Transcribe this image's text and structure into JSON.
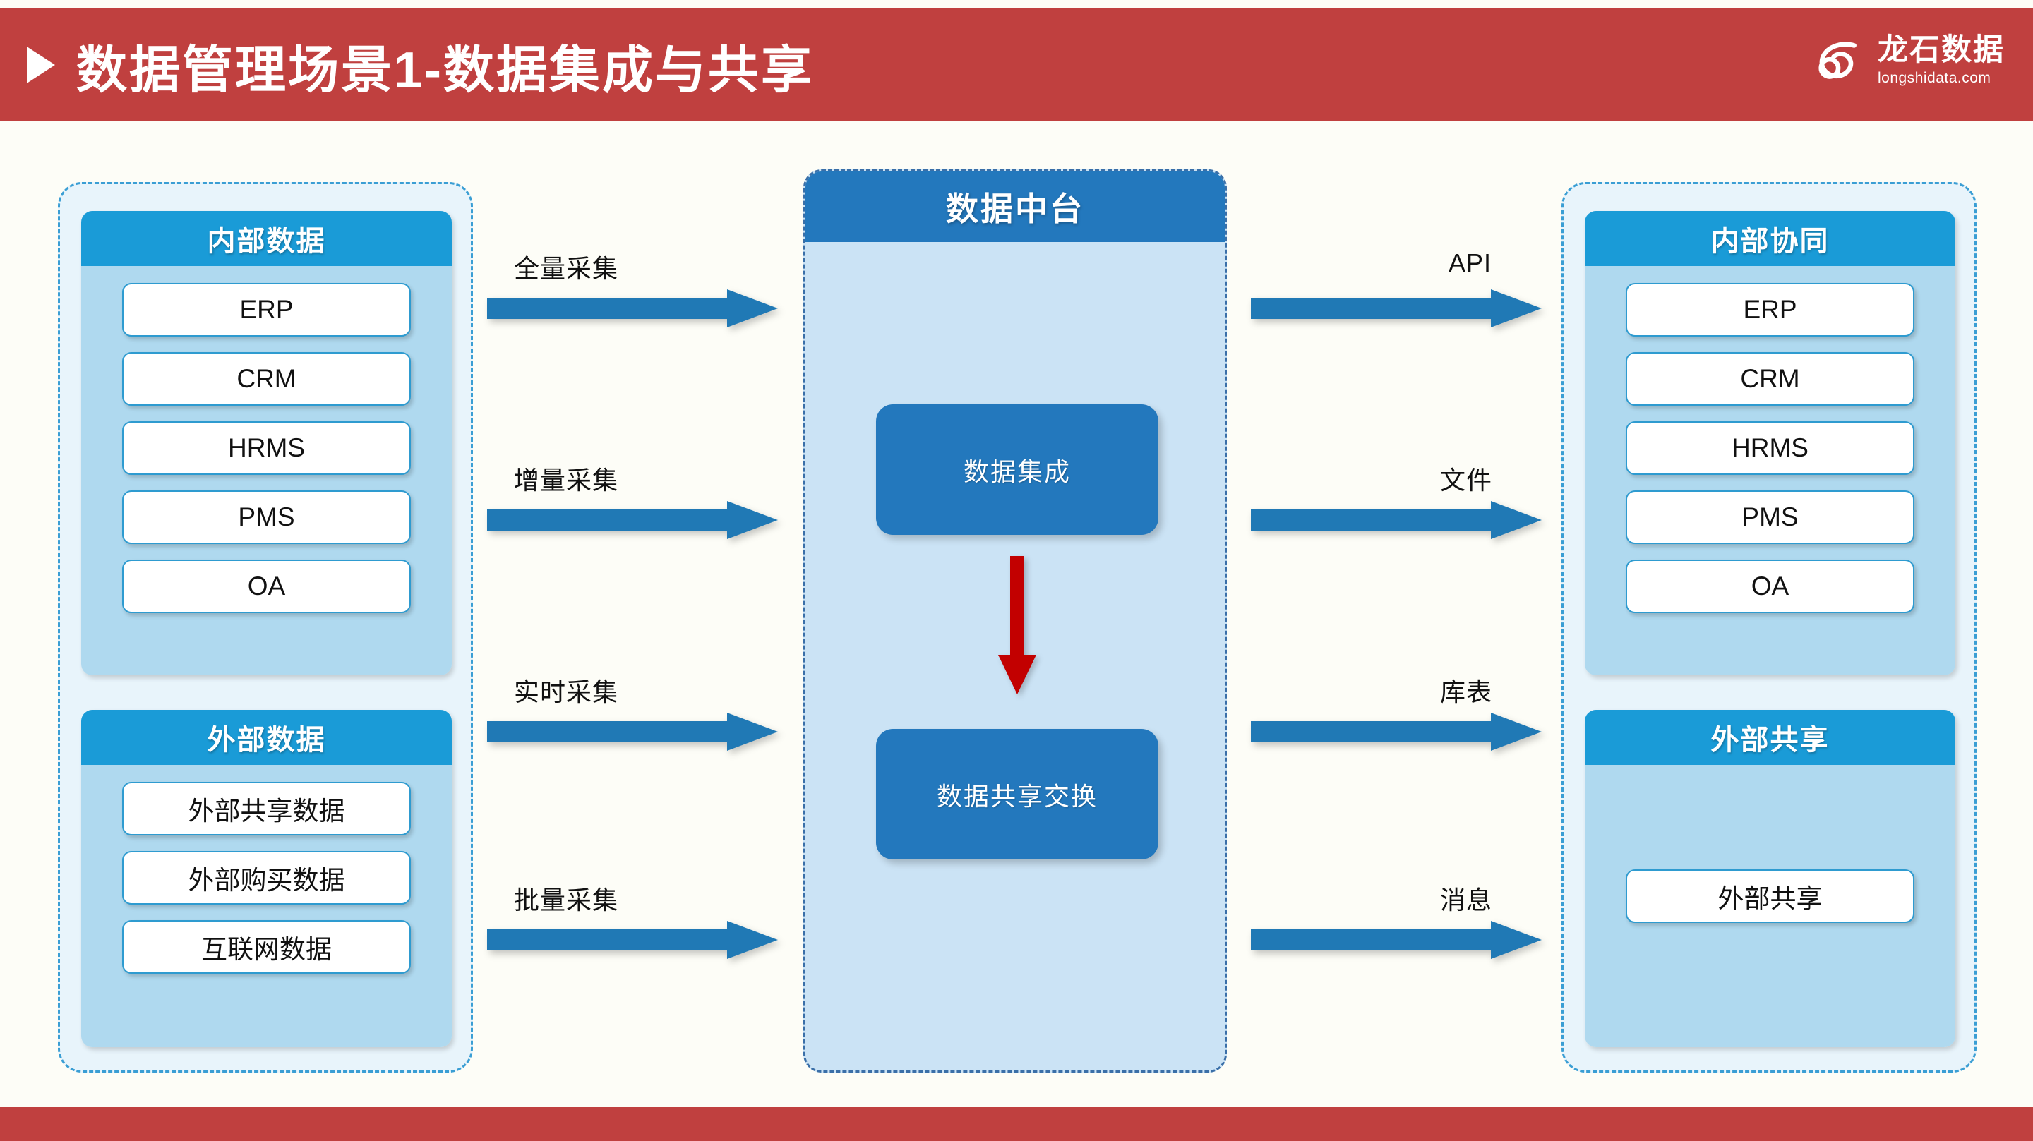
{
  "header": {
    "title": "数据管理场景1-数据集成与共享",
    "play_icon": "play-triangle-icon",
    "brand_name": "龙石数据",
    "brand_domain": "longshidata.com",
    "brand_logo_icon": "infinity-loop-logo-icon",
    "bar_color": "#c0403f"
  },
  "colors": {
    "panel_header_blue": "#1a9bd7",
    "panel_body_blue": "#afd9ef",
    "outer_panel_bg": "#e8f4fb",
    "outer_panel_border": "#3a9ed4",
    "center_blue": "#2378bd",
    "center_bg": "#cbe3f5",
    "arrow_blue": "#2079b5",
    "red_arrow": "#c20000",
    "chip_border": "#2e9bd0"
  },
  "left": {
    "groups": [
      {
        "title": "内部数据",
        "items": [
          "ERP",
          "CRM",
          "HRMS",
          "PMS",
          "OA"
        ]
      },
      {
        "title": "外部数据",
        "items": [
          "外部共享数据",
          "外部购买数据",
          "互联网数据"
        ]
      }
    ]
  },
  "center": {
    "title": "数据中台",
    "boxes": [
      {
        "label": "数据集成"
      },
      {
        "label": "数据共享交换"
      }
    ],
    "internal_arrow_icon": "red-down-arrow-icon"
  },
  "right": {
    "groups": [
      {
        "title": "内部协同",
        "items": [
          "ERP",
          "CRM",
          "HRMS",
          "PMS",
          "OA"
        ]
      },
      {
        "title": "外部共享",
        "items": [
          "外部共享"
        ]
      }
    ]
  },
  "arrows_in": [
    {
      "label": "全量采集"
    },
    {
      "label": "增量采集"
    },
    {
      "label": "实时采集"
    },
    {
      "label": "批量采集"
    }
  ],
  "arrows_out": [
    {
      "label": "API"
    },
    {
      "label": "文件"
    },
    {
      "label": "库表"
    },
    {
      "label": "消息"
    }
  ]
}
